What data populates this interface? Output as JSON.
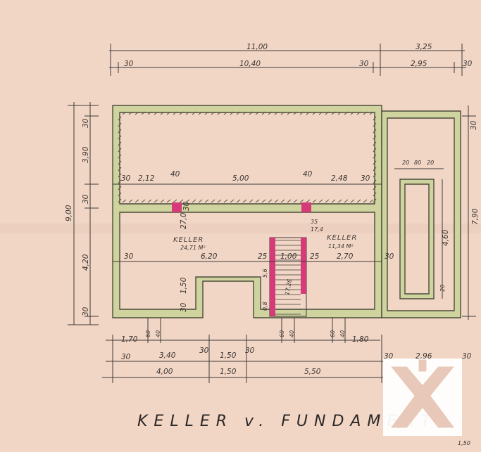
{
  "title": "KELLER v. FUNDAMENTE",
  "rooms": [
    {
      "name": "KELLER",
      "area": "24,71 M²"
    },
    {
      "name": "KELLER",
      "area": "11,34 M²"
    }
  ],
  "top_dims": {
    "row1": [
      "11,00",
      "3,25"
    ],
    "row2": [
      "30",
      "10,40",
      "30",
      "2,95",
      "30"
    ]
  },
  "left_dims": [
    "30",
    "3,90",
    "30",
    "4,20",
    "30",
    "9,00"
  ],
  "right_dims": [
    "30",
    "7,90"
  ],
  "inner_dims": {
    "row": [
      "30",
      "2,12",
      "40",
      "5,00",
      "40",
      "2,48",
      "30"
    ],
    "annex": [
      "20",
      "80",
      "20",
      "4,60",
      "20"
    ],
    "lower": [
      "30",
      "6,20",
      "25",
      "1,00",
      "25",
      "2,70",
      "30"
    ],
    "misc": [
      "30",
      "27,0",
      "35",
      "17,4",
      "1,50",
      "30",
      "5,6",
      "0,8",
      "17,26"
    ]
  },
  "bottom_dims": {
    "row1": [
      "1,70",
      "60",
      "40",
      "60",
      "40",
      "60",
      "40",
      "1,80"
    ],
    "row2": [
      "30",
      "3,40",
      "30",
      "1,50",
      "30",
      "30",
      "2,96",
      "30"
    ],
    "row3": [
      "4,00",
      "1,50",
      "5,50"
    ],
    "row4": [
      "1,50"
    ]
  },
  "colors": {
    "paper": "#f1d6c6",
    "wall": "#cfd39e",
    "stair": "#d63a78",
    "logo_bg": "#ffffff"
  },
  "icons": [
    "logo-cross-icon"
  ]
}
